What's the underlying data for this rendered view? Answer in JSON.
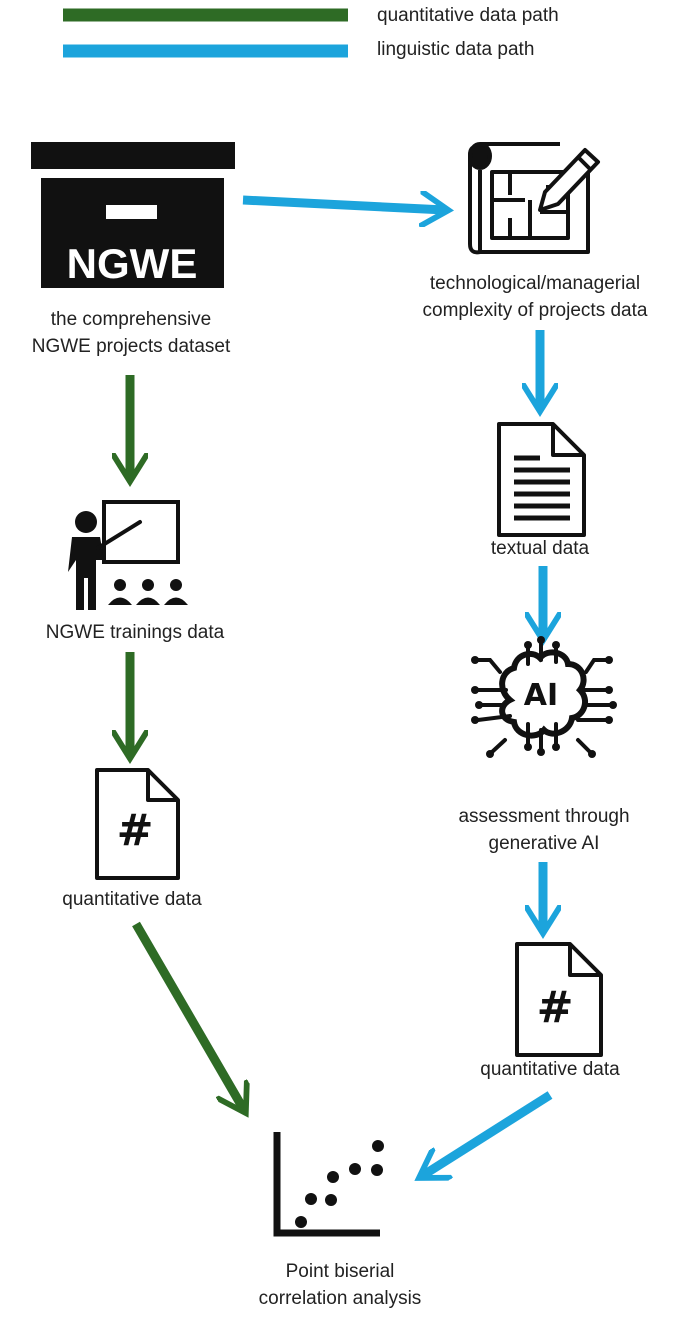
{
  "legend": [
    {
      "label": "quantitative data path",
      "color": "#2e6b25"
    },
    {
      "label": "linguistic data path",
      "color": "#1ca4dc"
    }
  ],
  "colors": {
    "quantitative": "#2e6b25",
    "linguistic": "#1ca4dc",
    "icon": "#111111"
  },
  "nodes": {
    "dataset": {
      "icon": "archive-box-icon",
      "icon_text": "NGWE",
      "lines": [
        "the comprehensive",
        "NGWE projects dataset"
      ]
    },
    "complexity": {
      "icon": "blueprint-pencil-icon",
      "lines": [
        "technological/managerial",
        "complexity of projects data"
      ]
    },
    "textual": {
      "icon": "text-document-icon",
      "lines": [
        "textual data"
      ]
    },
    "ai": {
      "icon": "ai-brain-circuit-icon",
      "icon_text": "AI",
      "lines": [
        "assessment through",
        "generative AI"
      ]
    },
    "quant_right": {
      "icon": "hash-document-icon",
      "icon_text": "#",
      "lines": [
        "quantitative data"
      ]
    },
    "trainings": {
      "icon": "teacher-presentation-icon",
      "lines": [
        "NGWE trainings data"
      ]
    },
    "quant_left": {
      "icon": "hash-document-icon",
      "icon_text": "#",
      "lines": [
        "quantitative data"
      ]
    },
    "correlation": {
      "icon": "scatter-plot-icon",
      "lines": [
        "Point biserial",
        "correlation analysis"
      ]
    }
  }
}
